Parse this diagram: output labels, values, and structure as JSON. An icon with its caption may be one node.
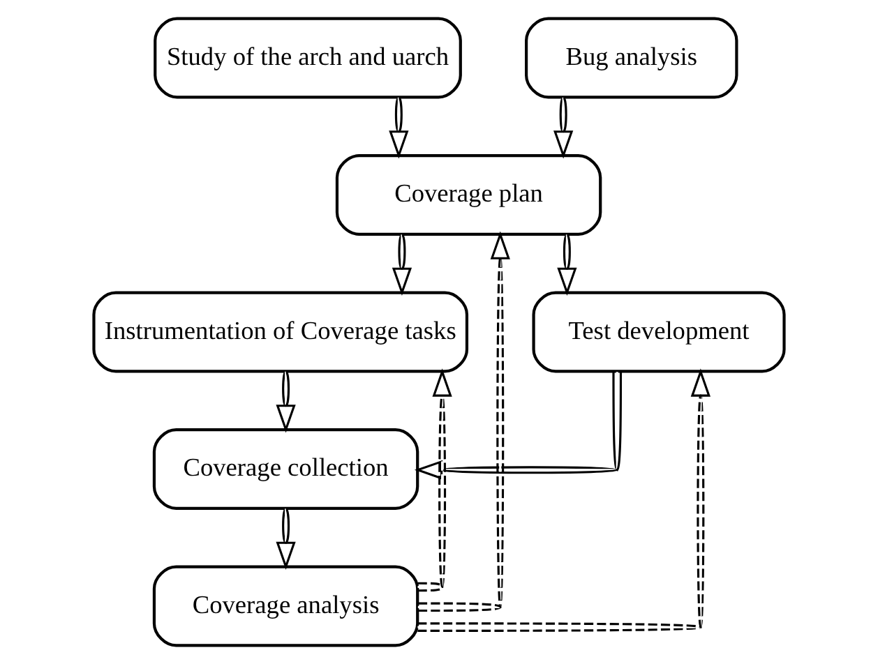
{
  "diagram": {
    "nodes": [
      {
        "text": [
          "Study of the arch and uarch"
        ]
      },
      {
        "text": [
          "Bug analysis"
        ]
      },
      {
        "text": [
          "Coverage plan"
        ]
      },
      {
        "text": [
          "Instrumentation of Coverage tasks"
        ]
      },
      {
        "text": [
          "Test development"
        ]
      },
      {
        "text": [
          "Coverage collection"
        ]
      },
      {
        "text": [
          "Coverage analysis"
        ]
      }
    ],
    "edges": [
      {
        "from": 0,
        "to": 2,
        "arrow": "to"
      },
      {
        "from": 1,
        "to": 2,
        "arrow": "to"
      },
      {
        "from": 2,
        "to": 3,
        "arrow": "to"
      },
      {
        "from": 2,
        "to": 4,
        "arrow": "to"
      },
      {
        "from": 3,
        "to": 5,
        "arrow": "to"
      },
      {
        "from": 4,
        "to": 5,
        "arrow": "to"
      },
      {
        "from": 5,
        "to": 6,
        "arrow": "to"
      },
      {
        "from": 6,
        "to": 2,
        "arrow": "to",
        "style": "dashed"
      },
      {
        "from": 6,
        "to": 3,
        "arrow": "to",
        "style": "dashed"
      },
      {
        "from": 6,
        "to": 4,
        "arrow": "to",
        "style": "dashed"
      }
    ]
  }
}
